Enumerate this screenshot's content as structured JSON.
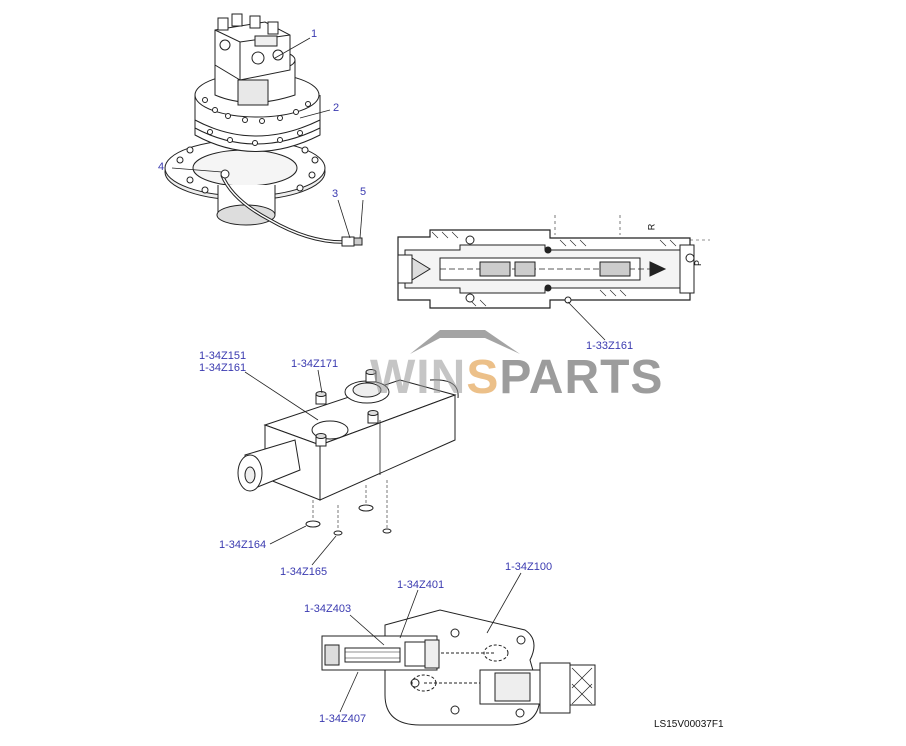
{
  "callouts": {
    "c1": "1",
    "c2": "2",
    "c3": "3",
    "c4": "4",
    "c5": "5",
    "z33161": "1-33Z161",
    "z34151": "1-34Z151",
    "z34161": "1-34Z161",
    "z34171": "1-34Z171",
    "z34164": "1-34Z164",
    "z34165": "1-34Z165",
    "z34100": "1-34Z100",
    "z34401": "1-34Z401",
    "z34403": "1-34Z403",
    "z34407": "1-34Z407"
  },
  "drawing_code": "LS15V00037F1",
  "watermark": {
    "part1": "WIN",
    "part2": "S",
    "part3": "PARTS"
  },
  "section_letters": {
    "r": "R",
    "p": "P"
  },
  "colors": {
    "callout": "#3a3ab0",
    "line": "#222222",
    "shade": "#d0d0d0"
  }
}
